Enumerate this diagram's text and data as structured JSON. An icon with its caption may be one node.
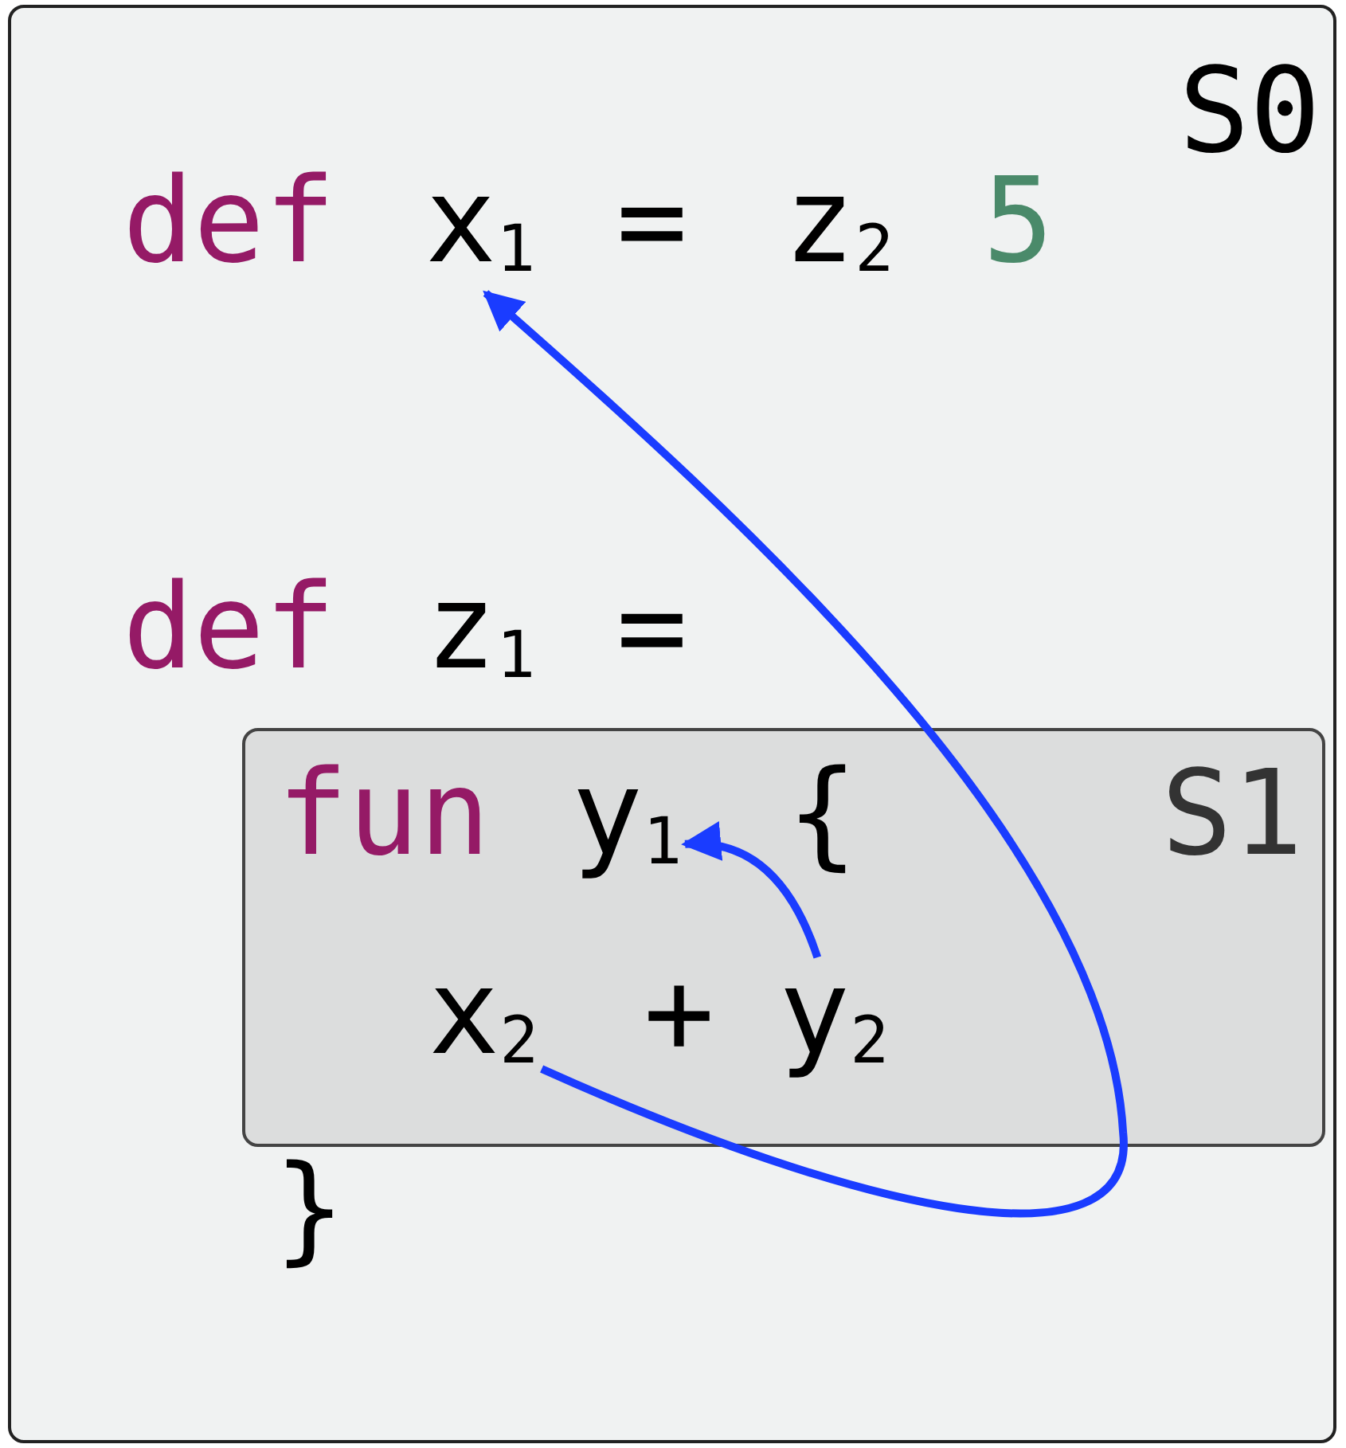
{
  "diagram": {
    "nodes": [
      {
        "text": [
          "S0"
        ]
      },
      {
        "text": [
          "S1"
        ],
        "in": 0
      },
      {
        "text": [
          "x$_{1}$"
        ],
        "in": 0
      },
      {
        "text": [
          "y$_{1}$"
        ],
        "in": 1
      },
      {
        "text": [
          "x$_{2}$"
        ],
        "in": 1
      },
      {
        "text": [
          "y$_{2}$"
        ],
        "in": 1
      }
    ],
    "edges": [
      {
        "from": 4,
        "to": 2,
        "arrow": "to"
      },
      {
        "from": 5,
        "to": 3,
        "arrow": "to"
      }
    ],
    "labels": [
      "def",
      "=",
      "z$_{2}$",
      "5",
      "def",
      "z$_{1}$",
      "=",
      "fun",
      "{",
      "+",
      "}"
    ]
  }
}
